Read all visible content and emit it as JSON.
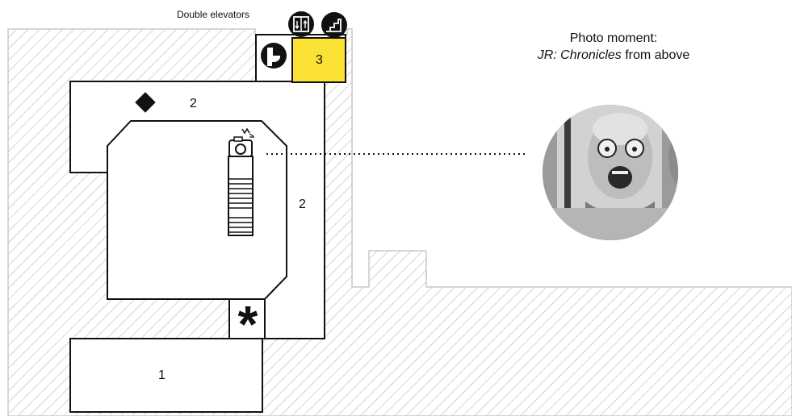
{
  "map": {
    "elevator_label": "Double elevators",
    "rooms": {
      "room_1": "1",
      "room_2_north": "2",
      "room_2_east": "2",
      "room_3": "3"
    },
    "icons": {
      "elevator": "elevator-icon",
      "stairs": "stairs-icon",
      "restroom": "restroom-icon",
      "camera": "camera-icon",
      "diamond": "diamond-marker-icon",
      "asterisk": "asterisk-marker-icon"
    },
    "colors": {
      "highlight_room": "#fbe133",
      "hatch": "#bdbdbd",
      "walls": "#111111",
      "icon_bg": "#111111"
    },
    "asterisk_glyph": "*"
  },
  "photo": {
    "caption_line1": "Photo moment:",
    "caption_title": "JR: Chronicles",
    "caption_rest": " from above",
    "image_desc": "photo-inset-icon"
  }
}
